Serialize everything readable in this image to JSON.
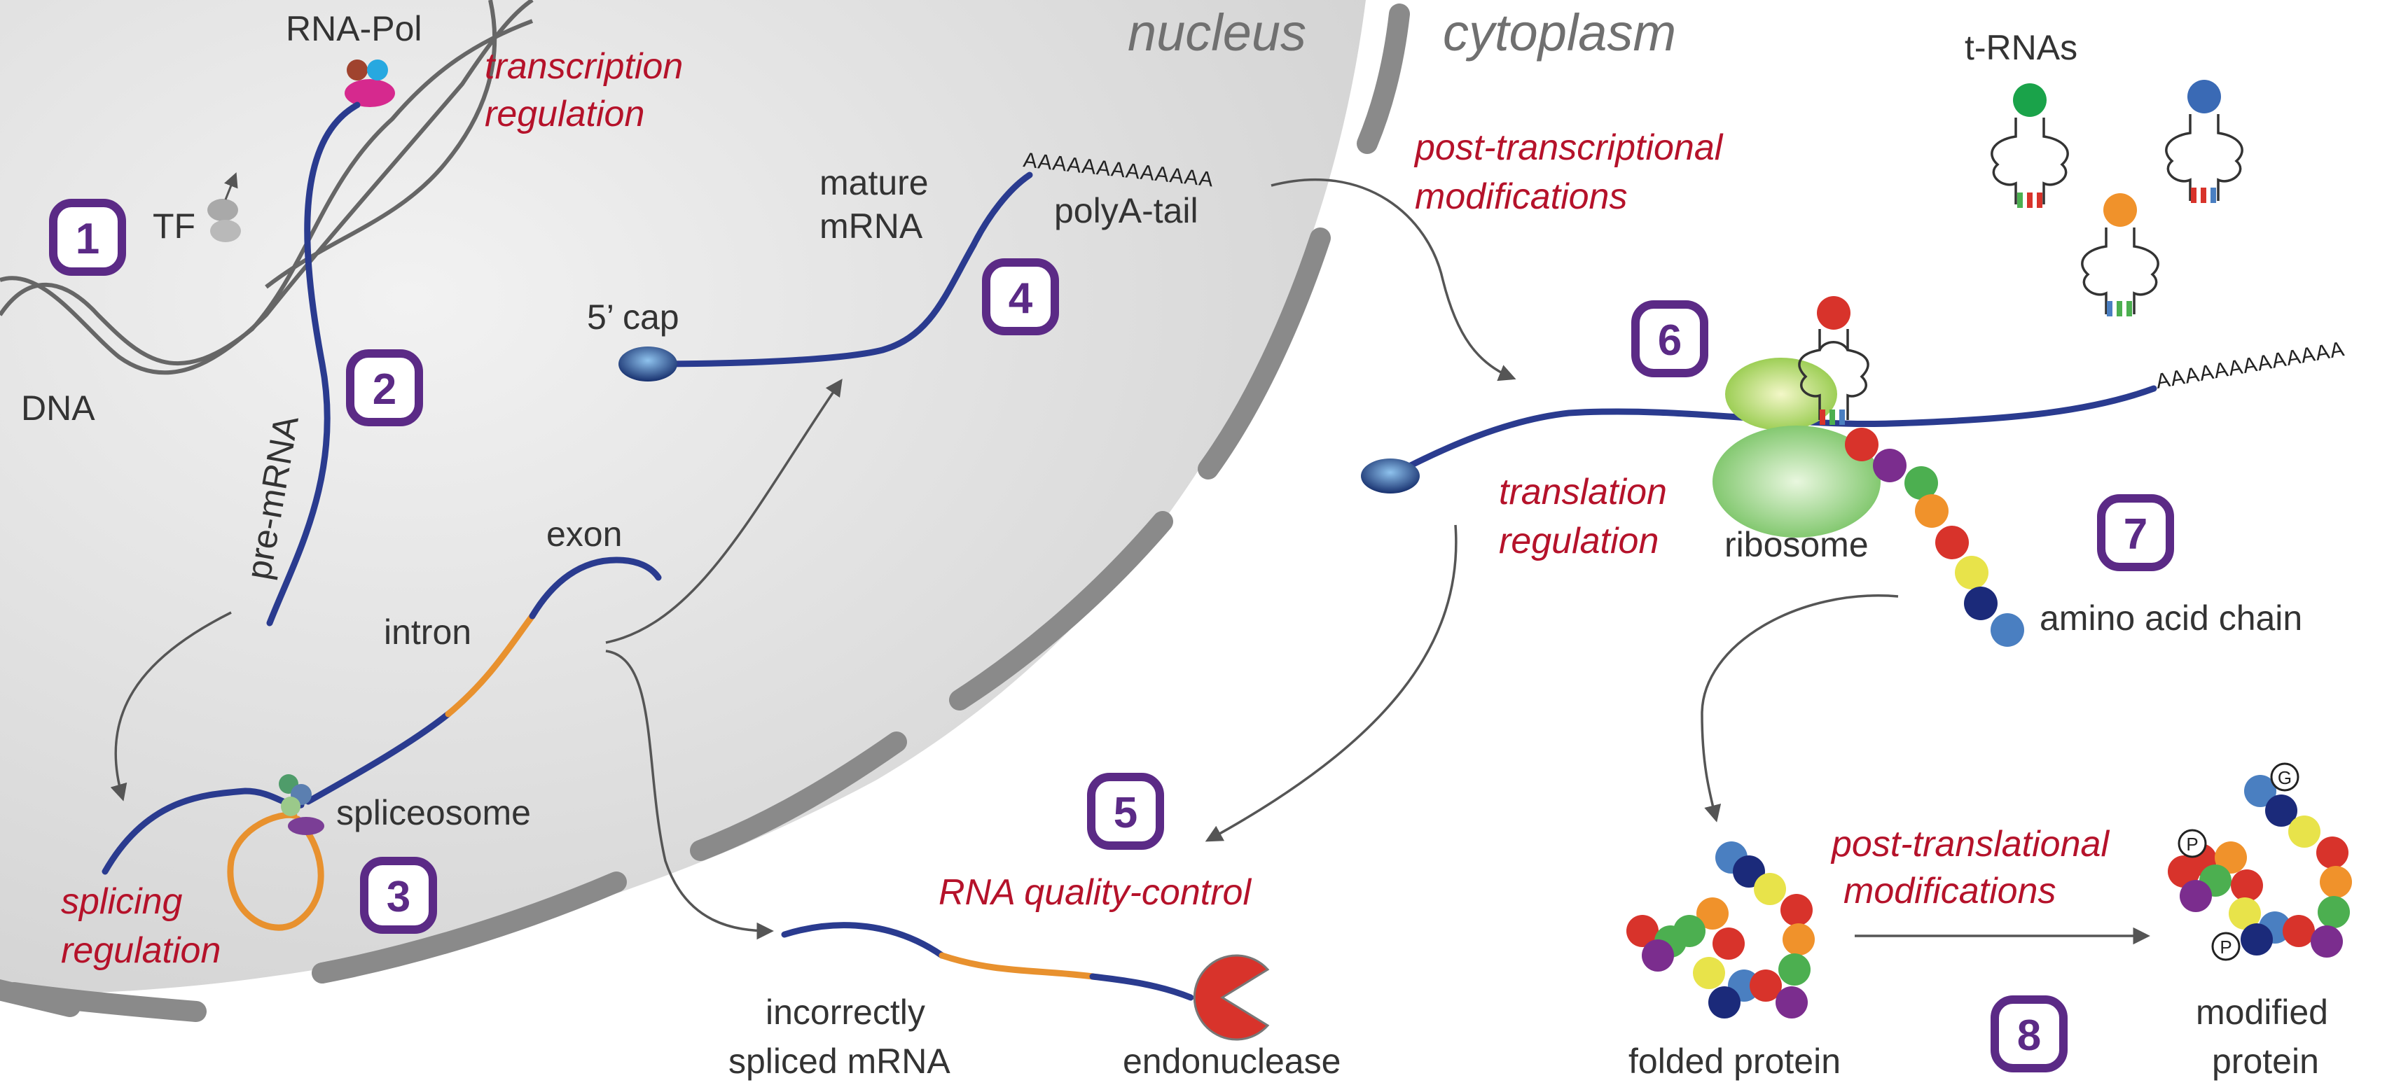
{
  "regions": {
    "nucleus": "nucleus",
    "cytoplasm": "cytoplasm"
  },
  "labels": {
    "rna_pol": "RNA-Pol",
    "tf": "TF",
    "dna": "DNA",
    "pre_mrna": "pre-mRNA",
    "exon": "exon",
    "intron": "intron",
    "spliceosome": "spliceosome",
    "mature_mrna_1": "mature",
    "mature_mrna_2": "mRNA",
    "polya_tail": "polyA-tail",
    "cap": "5’ cap",
    "trnas": "t-RNAs",
    "ribosome": "ribosome",
    "amino_acid_chain": "amino acid chain",
    "incorrect_1": "incorrectly",
    "incorrect_2": "spliced mRNA",
    "endonuclease": "endonuclease",
    "folded_protein": "folded protein",
    "modified_1": "modified",
    "modified_2": "protein",
    "polya_seq": "AAAAAAAAAAAAA",
    "phospho": "P",
    "glyco": "G"
  },
  "regulation": {
    "transcription_1": "transcription",
    "transcription_2": "regulation",
    "splicing_1": "splicing",
    "splicing_2": "regulation",
    "post_transcriptional_1": "post-transcriptional",
    "post_transcriptional_2": "modifications",
    "translation_1": "translation",
    "translation_2": "regulation",
    "quality_control": "RNA quality-control",
    "post_translational_1": "post-translational",
    "post_translational_2": "modifications"
  },
  "steps": [
    "1",
    "2",
    "3",
    "4",
    "5",
    "6",
    "7",
    "8"
  ],
  "colors": {
    "nucleus_fill": "#d6d6d6",
    "envelope": "#8a8a8a",
    "mrna": "#2a3b8f",
    "intron": "#e8912e",
    "badge": "#5b2a86",
    "regulation_text": "#b5122a",
    "ribosome": "#6fbf5a",
    "endonuclease": "#d8332b"
  }
}
